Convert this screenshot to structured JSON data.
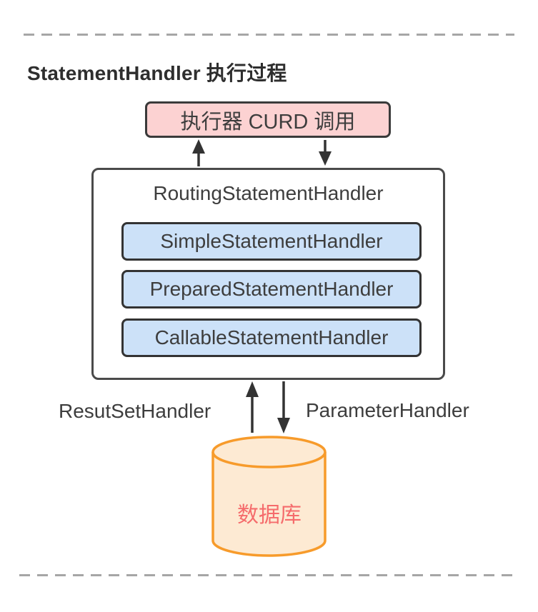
{
  "page": {
    "title": "StatementHandler 执行过程"
  },
  "flow": {
    "executor_box_label": "执行器 CURD 调用",
    "router": {
      "label": "RoutingStatementHandler",
      "handlers": [
        "SimpleStatementHandler",
        "PreparedStatementHandler",
        "CallableStatementHandler"
      ]
    },
    "left_arrow_label": "ResutSetHandler",
    "right_arrow_label": "ParameterHandler",
    "database_label": "数据库"
  },
  "colors": {
    "executor_fill": "#fcd2d2",
    "handler_fill": "#cce1f8",
    "border_dark": "#333333",
    "container_border": "#4a4a4a",
    "arrow": "#333333",
    "db_stroke": "#f79b2b",
    "db_fill": "#fdead3",
    "db_text": "#f56c6c",
    "dashed_divider": "#a6a6a6",
    "title_text": "#2e2e2e"
  }
}
